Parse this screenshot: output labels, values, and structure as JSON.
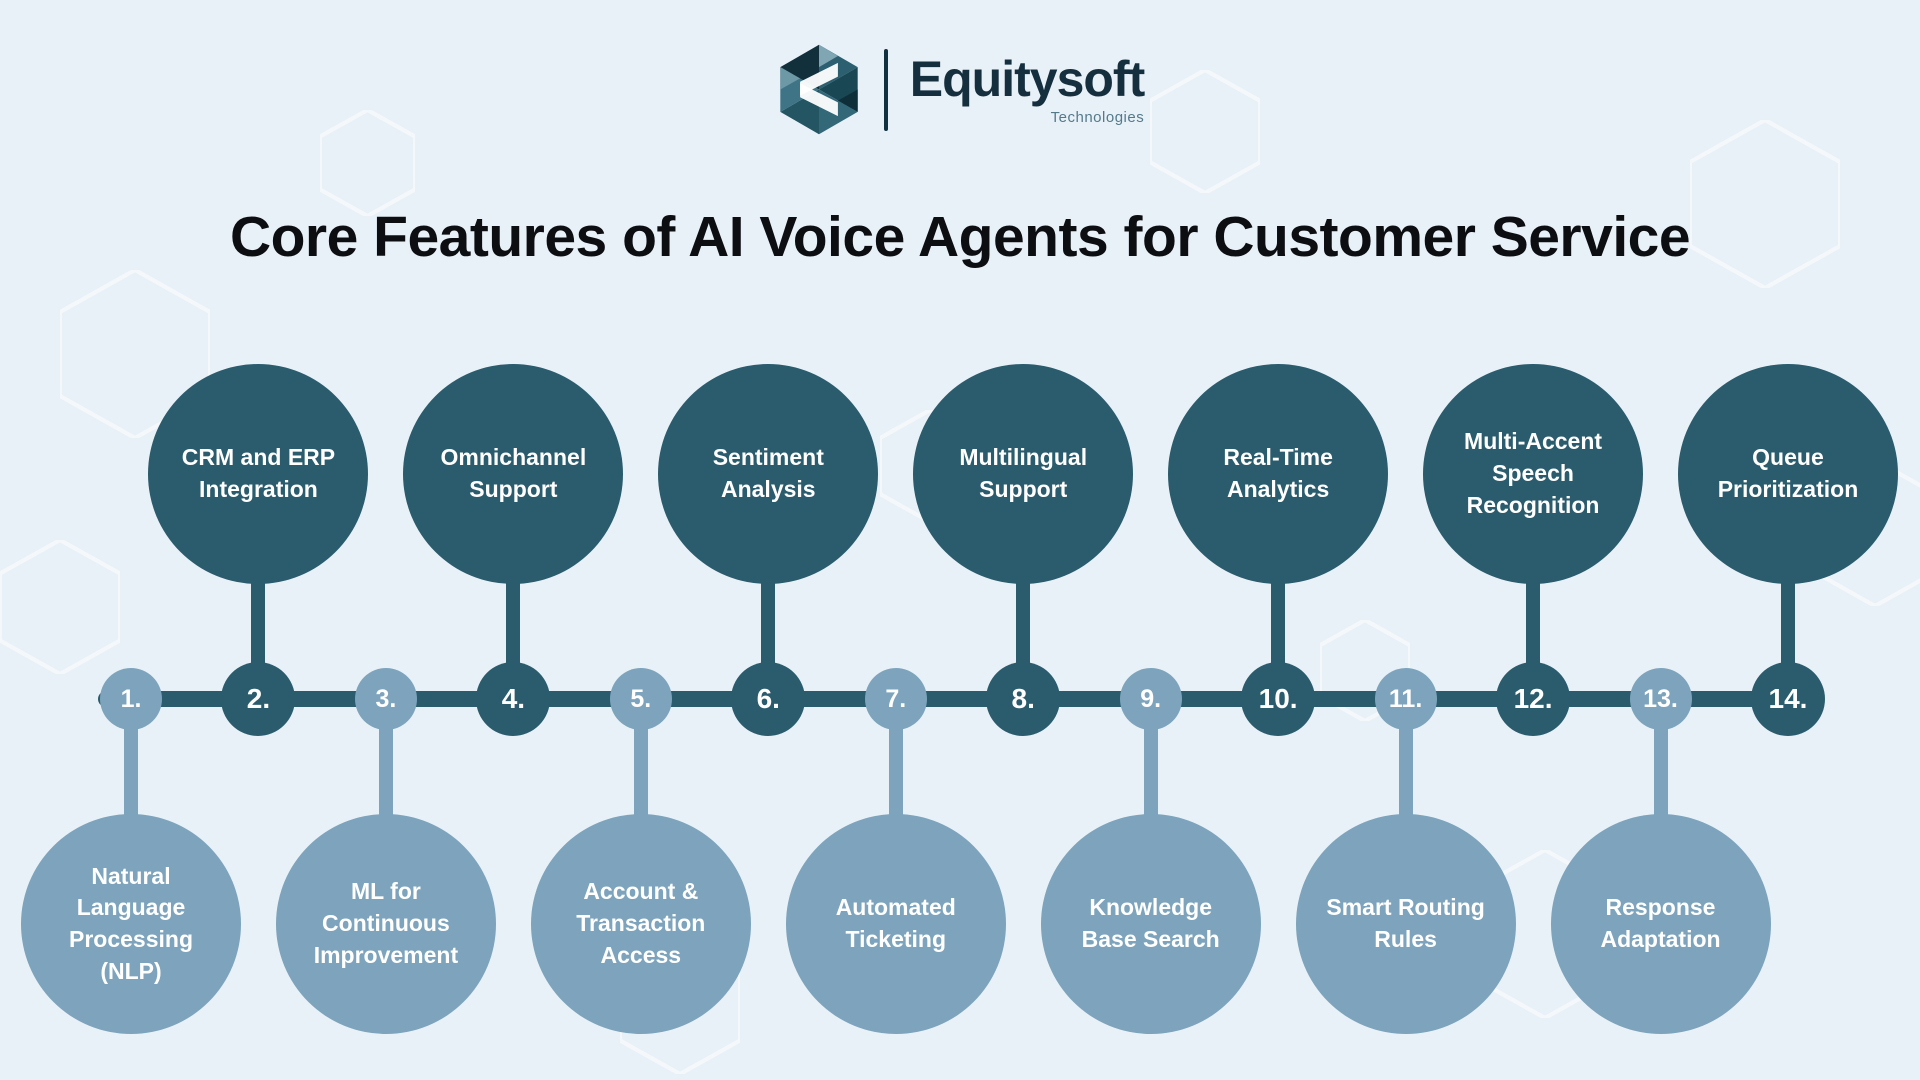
{
  "colors": {
    "background": "#e9f1f8",
    "dark": "#2a5c6d",
    "light": "#7da4bc",
    "title_text": "#0c0e11",
    "circle_text": "#ffffff"
  },
  "logo": {
    "name": "Equitysoft",
    "subtitle": "Technologies",
    "icon": "hexagon-mosaic-logo"
  },
  "title": "Core Features of AI Voice Agents for Customer Service",
  "timeline": {
    "items": [
      {
        "number": "1.",
        "label": "Natural\nLanguage\nProcessing\n(NLP)",
        "position": "below"
      },
      {
        "number": "2.",
        "label": "CRM and ERP\nIntegration",
        "position": "above"
      },
      {
        "number": "3.",
        "label": "ML for\nContinuous\nImprovement",
        "position": "below"
      },
      {
        "number": "4.",
        "label": "Omnichannel\nSupport",
        "position": "above"
      },
      {
        "number": "5.",
        "label": "Account &\nTransaction\nAccess",
        "position": "below"
      },
      {
        "number": "6.",
        "label": "Sentiment\nAnalysis",
        "position": "above"
      },
      {
        "number": "7.",
        "label": "Automated\nTicketing",
        "position": "below"
      },
      {
        "number": "8.",
        "label": "Multilingual\nSupport",
        "position": "above"
      },
      {
        "number": "9.",
        "label": "Knowledge\nBase Search",
        "position": "below"
      },
      {
        "number": "10.",
        "label": "Real-Time\nAnalytics",
        "position": "above"
      },
      {
        "number": "11.",
        "label": "Smart Routing\nRules",
        "position": "below"
      },
      {
        "number": "12.",
        "label": "Multi-Accent\nSpeech\nRecognition",
        "position": "above"
      },
      {
        "number": "13.",
        "label": "Response\nAdaptation",
        "position": "below"
      },
      {
        "number": "14.",
        "label": "Queue\nPrioritization",
        "position": "above"
      }
    ]
  }
}
